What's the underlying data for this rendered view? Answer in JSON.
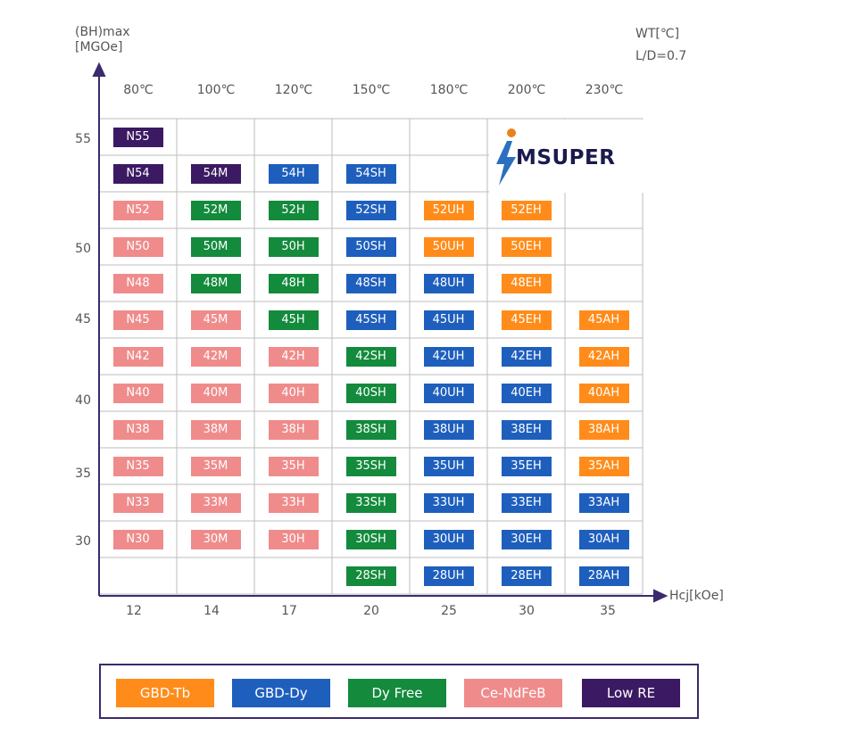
{
  "y_axis_label": [
    "(BH)max",
    "[MGOe]"
  ],
  "notes": [
    "WT[℃]",
    "L/D=0.7"
  ],
  "x_axis_label": "Hcj[kOe]",
  "temperatures": [
    "80℃",
    "100℃",
    "120℃",
    "150℃",
    "180℃",
    "200℃",
    "230℃"
  ],
  "x_ticks": [
    "12",
    "14",
    "17",
    "20",
    "25",
    "30",
    "35"
  ],
  "y_ticks": [
    "55",
    "50",
    "45",
    "40",
    "35",
    "30"
  ],
  "logo_text": "MSUPER",
  "colors": {
    "GBD-Tb": "#ff8c1a",
    "GBD-Dy": "#1e5fbd",
    "Dy Free": "#138a3c",
    "Ce-NdFeB": "#f08b8b",
    "Low RE": "#3b1a63"
  },
  "legend": [
    {
      "label": "GBD-Tb",
      "key": "GBD-Tb"
    },
    {
      "label": "GBD-Dy",
      "key": "GBD-Dy"
    },
    {
      "label": "Dy Free",
      "key": "Dy Free"
    },
    {
      "label": "Ce-NdFeB",
      "key": "Ce-NdFeB"
    },
    {
      "label": "Low RE",
      "key": "Low RE"
    }
  ],
  "chart_data": {
    "type": "table",
    "rows_bhmax": [
      55,
      54,
      52,
      50,
      48,
      45,
      42,
      40,
      38,
      35,
      33,
      30,
      28
    ],
    "columns_hcj": [
      12,
      14,
      17,
      20,
      25,
      30,
      35
    ],
    "grades": [
      {
        "name": "N55",
        "row": 0,
        "col": 0,
        "type": "Low RE"
      },
      {
        "name": "N54",
        "row": 1,
        "col": 0,
        "type": "Low RE"
      },
      {
        "name": "54M",
        "row": 1,
        "col": 1,
        "type": "Low RE"
      },
      {
        "name": "54H",
        "row": 1,
        "col": 2,
        "type": "GBD-Dy"
      },
      {
        "name": "54SH",
        "row": 1,
        "col": 3,
        "type": "GBD-Dy"
      },
      {
        "name": "N52",
        "row": 2,
        "col": 0,
        "type": "Ce-NdFeB"
      },
      {
        "name": "52M",
        "row": 2,
        "col": 1,
        "type": "Dy Free"
      },
      {
        "name": "52H",
        "row": 2,
        "col": 2,
        "type": "Dy Free"
      },
      {
        "name": "52SH",
        "row": 2,
        "col": 3,
        "type": "GBD-Dy"
      },
      {
        "name": "52UH",
        "row": 2,
        "col": 4,
        "type": "GBD-Tb"
      },
      {
        "name": "52EH",
        "row": 2,
        "col": 5,
        "type": "GBD-Tb"
      },
      {
        "name": "N50",
        "row": 3,
        "col": 0,
        "type": "Ce-NdFeB"
      },
      {
        "name": "50M",
        "row": 3,
        "col": 1,
        "type": "Dy Free"
      },
      {
        "name": "50H",
        "row": 3,
        "col": 2,
        "type": "Dy Free"
      },
      {
        "name": "50SH",
        "row": 3,
        "col": 3,
        "type": "GBD-Dy"
      },
      {
        "name": "50UH",
        "row": 3,
        "col": 4,
        "type": "GBD-Tb"
      },
      {
        "name": "50EH",
        "row": 3,
        "col": 5,
        "type": "GBD-Tb"
      },
      {
        "name": "N48",
        "row": 4,
        "col": 0,
        "type": "Ce-NdFeB"
      },
      {
        "name": "48M",
        "row": 4,
        "col": 1,
        "type": "Dy Free"
      },
      {
        "name": "48H",
        "row": 4,
        "col": 2,
        "type": "Dy Free"
      },
      {
        "name": "48SH",
        "row": 4,
        "col": 3,
        "type": "GBD-Dy"
      },
      {
        "name": "48UH",
        "row": 4,
        "col": 4,
        "type": "GBD-Dy"
      },
      {
        "name": "48EH",
        "row": 4,
        "col": 5,
        "type": "GBD-Tb"
      },
      {
        "name": "N45",
        "row": 5,
        "col": 0,
        "type": "Ce-NdFeB"
      },
      {
        "name": "45M",
        "row": 5,
        "col": 1,
        "type": "Ce-NdFeB"
      },
      {
        "name": "45H",
        "row": 5,
        "col": 2,
        "type": "Dy Free"
      },
      {
        "name": "45SH",
        "row": 5,
        "col": 3,
        "type": "GBD-Dy"
      },
      {
        "name": "45UH",
        "row": 5,
        "col": 4,
        "type": "GBD-Dy"
      },
      {
        "name": "45EH",
        "row": 5,
        "col": 5,
        "type": "GBD-Tb"
      },
      {
        "name": "45AH",
        "row": 5,
        "col": 6,
        "type": "GBD-Tb"
      },
      {
        "name": "N42",
        "row": 6,
        "col": 0,
        "type": "Ce-NdFeB"
      },
      {
        "name": "42M",
        "row": 6,
        "col": 1,
        "type": "Ce-NdFeB"
      },
      {
        "name": "42H",
        "row": 6,
        "col": 2,
        "type": "Ce-NdFeB"
      },
      {
        "name": "42SH",
        "row": 6,
        "col": 3,
        "type": "Dy Free"
      },
      {
        "name": "42UH",
        "row": 6,
        "col": 4,
        "type": "GBD-Dy"
      },
      {
        "name": "42EH",
        "row": 6,
        "col": 5,
        "type": "GBD-Dy"
      },
      {
        "name": "42AH",
        "row": 6,
        "col": 6,
        "type": "GBD-Tb"
      },
      {
        "name": "N40",
        "row": 7,
        "col": 0,
        "type": "Ce-NdFeB"
      },
      {
        "name": "40M",
        "row": 7,
        "col": 1,
        "type": "Ce-NdFeB"
      },
      {
        "name": "40H",
        "row": 7,
        "col": 2,
        "type": "Ce-NdFeB"
      },
      {
        "name": "40SH",
        "row": 7,
        "col": 3,
        "type": "Dy Free"
      },
      {
        "name": "40UH",
        "row": 7,
        "col": 4,
        "type": "GBD-Dy"
      },
      {
        "name": "40EH",
        "row": 7,
        "col": 5,
        "type": "GBD-Dy"
      },
      {
        "name": "40AH",
        "row": 7,
        "col": 6,
        "type": "GBD-Tb"
      },
      {
        "name": "N38",
        "row": 8,
        "col": 0,
        "type": "Ce-NdFeB"
      },
      {
        "name": "38M",
        "row": 8,
        "col": 1,
        "type": "Ce-NdFeB"
      },
      {
        "name": "38H",
        "row": 8,
        "col": 2,
        "type": "Ce-NdFeB"
      },
      {
        "name": "38SH",
        "row": 8,
        "col": 3,
        "type": "Dy Free"
      },
      {
        "name": "38UH",
        "row": 8,
        "col": 4,
        "type": "GBD-Dy"
      },
      {
        "name": "38EH",
        "row": 8,
        "col": 5,
        "type": "GBD-Dy"
      },
      {
        "name": "38AH",
        "row": 8,
        "col": 6,
        "type": "GBD-Tb"
      },
      {
        "name": "N35",
        "row": 9,
        "col": 0,
        "type": "Ce-NdFeB"
      },
      {
        "name": "35M",
        "row": 9,
        "col": 1,
        "type": "Ce-NdFeB"
      },
      {
        "name": "35H",
        "row": 9,
        "col": 2,
        "type": "Ce-NdFeB"
      },
      {
        "name": "35SH",
        "row": 9,
        "col": 3,
        "type": "Dy Free"
      },
      {
        "name": "35UH",
        "row": 9,
        "col": 4,
        "type": "GBD-Dy"
      },
      {
        "name": "35EH",
        "row": 9,
        "col": 5,
        "type": "GBD-Dy"
      },
      {
        "name": "35AH",
        "row": 9,
        "col": 6,
        "type": "GBD-Tb"
      },
      {
        "name": "N33",
        "row": 10,
        "col": 0,
        "type": "Ce-NdFeB"
      },
      {
        "name": "33M",
        "row": 10,
        "col": 1,
        "type": "Ce-NdFeB"
      },
      {
        "name": "33H",
        "row": 10,
        "col": 2,
        "type": "Ce-NdFeB"
      },
      {
        "name": "33SH",
        "row": 10,
        "col": 3,
        "type": "Dy Free"
      },
      {
        "name": "33UH",
        "row": 10,
        "col": 4,
        "type": "GBD-Dy"
      },
      {
        "name": "33EH",
        "row": 10,
        "col": 5,
        "type": "GBD-Dy"
      },
      {
        "name": "33AH",
        "row": 10,
        "col": 6,
        "type": "GBD-Dy"
      },
      {
        "name": "N30",
        "row": 11,
        "col": 0,
        "type": "Ce-NdFeB"
      },
      {
        "name": "30M",
        "row": 11,
        "col": 1,
        "type": "Ce-NdFeB"
      },
      {
        "name": "30H",
        "row": 11,
        "col": 2,
        "type": "Ce-NdFeB"
      },
      {
        "name": "30SH",
        "row": 11,
        "col": 3,
        "type": "Dy Free"
      },
      {
        "name": "30UH",
        "row": 11,
        "col": 4,
        "type": "GBD-Dy"
      },
      {
        "name": "30EH",
        "row": 11,
        "col": 5,
        "type": "GBD-Dy"
      },
      {
        "name": "30AH",
        "row": 11,
        "col": 6,
        "type": "GBD-Dy"
      },
      {
        "name": "28SH",
        "row": 12,
        "col": 3,
        "type": "Dy Free"
      },
      {
        "name": "28UH",
        "row": 12,
        "col": 4,
        "type": "GBD-Dy"
      },
      {
        "name": "28EH",
        "row": 12,
        "col": 5,
        "type": "GBD-Dy"
      },
      {
        "name": "28AH",
        "row": 12,
        "col": 6,
        "type": "GBD-Dy"
      }
    ]
  }
}
